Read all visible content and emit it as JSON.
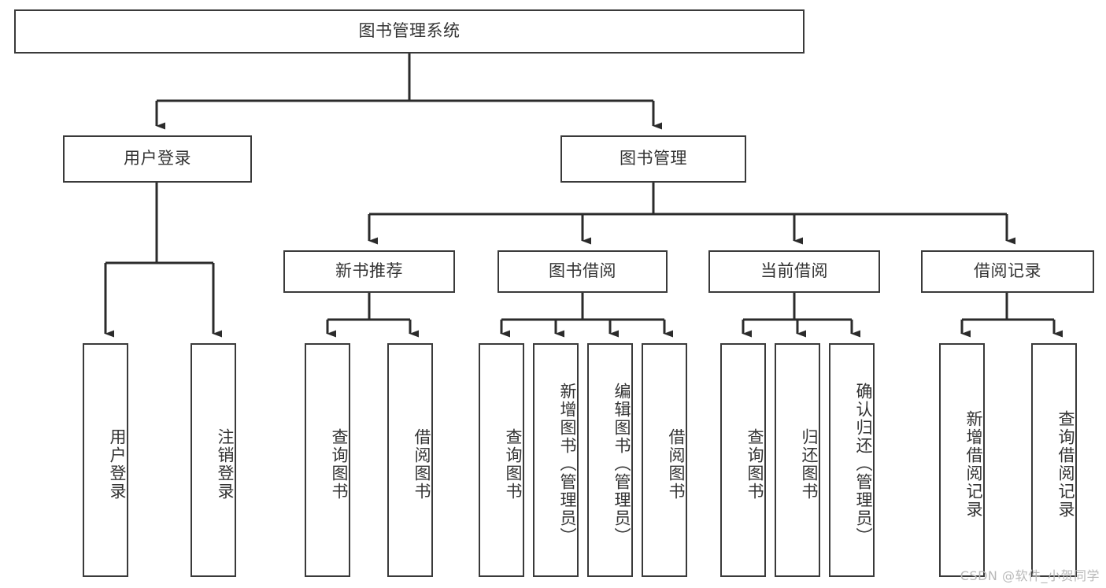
{
  "diagram": {
    "title": "图书管理系统",
    "type": "tree-hierarchy",
    "watermark": "CSDN @软件_小贺同学",
    "colors": {
      "border": "#3a3a3a",
      "text": "#333333",
      "background": "#ffffff",
      "connector": "#2b2b2b",
      "watermark": "#b8b8b8"
    },
    "root": {
      "label": "图书管理系统"
    },
    "level2": [
      {
        "label": "用户登录"
      },
      {
        "label": "图书管理"
      }
    ],
    "level3": [
      {
        "label": "新书推荐"
      },
      {
        "label": "图书借阅"
      },
      {
        "label": "当前借阅"
      },
      {
        "label": "借阅记录"
      }
    ],
    "leaves": {
      "user_login": [
        {
          "label": "用户登录"
        },
        {
          "label": "注销登录"
        }
      ],
      "new_book_recommend": [
        {
          "label": "查询图书"
        },
        {
          "label": "借阅图书"
        }
      ],
      "book_borrow": [
        {
          "label": "查询图书"
        },
        {
          "label": "新增图书（管理员）"
        },
        {
          "label": "编辑图书（管理员）"
        },
        {
          "label": "借阅图书"
        }
      ],
      "current_borrow": [
        {
          "label": "查询图书"
        },
        {
          "label": "归还图书"
        },
        {
          "label": "确认归还（管理员）"
        }
      ],
      "borrow_record": [
        {
          "label": "新增借阅记录"
        },
        {
          "label": "查询借阅记录"
        }
      ]
    }
  }
}
